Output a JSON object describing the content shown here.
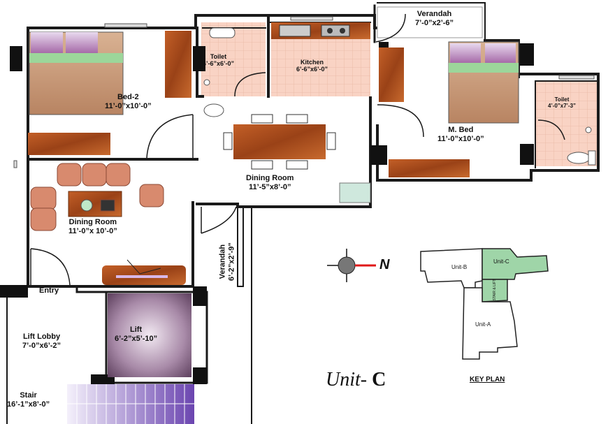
{
  "rooms": {
    "bed2": {
      "name": "Bed-2",
      "dim": "11’-0”x10’-0”"
    },
    "toilet1": {
      "name": "Toilet",
      "dim": "4’-6”x6’-0”"
    },
    "kitchen": {
      "name": "Kitchen",
      "dim": "6’-6”x6’-0”"
    },
    "verandah_top": {
      "name": "Verandah",
      "dim": "7’-0”x2’-6”"
    },
    "mbed": {
      "name": "M. Bed",
      "dim": "11’-0”x10’-0”"
    },
    "toilet2": {
      "name": "Toilet",
      "dim": "4’-0”x7’-3”"
    },
    "dining": {
      "name": "Dining Room",
      "dim": "11’-5”x8’-0”"
    },
    "dining2": {
      "name": "Dining Room",
      "dim": "11’-0”x 10’-0”"
    },
    "verandah_side": {
      "name": "Verandah",
      "dim": "6’-2”x2’-9”"
    },
    "entry": {
      "name": "Entry"
    },
    "lift_lobby": {
      "name": "Lift Lobby",
      "dim": "7’-0”x6’-2”"
    },
    "lift": {
      "name": "Lift",
      "dim": "6’-2”x5’-10”"
    },
    "stair": {
      "name": "Stair",
      "dim": "16’-1”x8’-0”"
    }
  },
  "unit_title": {
    "prefix": "Unit-",
    "letter": "C"
  },
  "north_label": "N",
  "key_plan": {
    "label": "KEY PLAN",
    "unit_b": "Unit-B",
    "unit_c": "Unit-C",
    "unit_a": "Unit-A",
    "stair_lift": "STAIR & LIFT"
  },
  "colors": {
    "wall": "#1a1a1a",
    "wood": "#b8521f",
    "tile": "#f9d3c4",
    "lift": "#7a5a7a",
    "stair": "#8a6cc0",
    "highlight": "#9fd5a8",
    "north_arrow": "#e01818"
  }
}
